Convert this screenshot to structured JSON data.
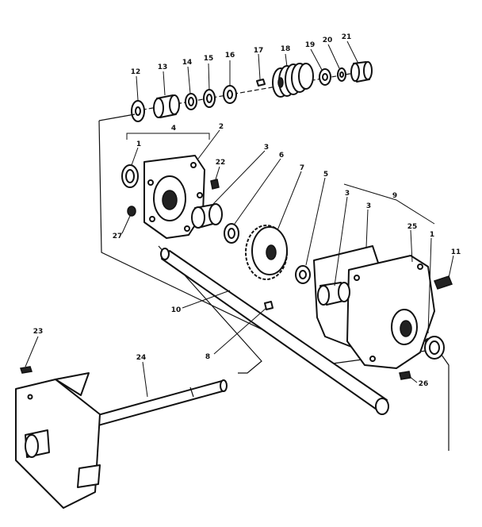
{
  "callouts": [
    {
      "id": "12",
      "text": "12"
    },
    {
      "id": "13",
      "text": "13"
    },
    {
      "id": "14",
      "text": "14"
    },
    {
      "id": "15",
      "text": "15"
    },
    {
      "id": "16",
      "text": "16"
    },
    {
      "id": "17",
      "text": "17"
    },
    {
      "id": "18",
      "text": "18"
    },
    {
      "id": "19",
      "text": "19"
    },
    {
      "id": "20",
      "text": "20"
    },
    {
      "id": "21",
      "text": "21"
    },
    {
      "id": "4",
      "text": "4"
    },
    {
      "id": "2",
      "text": "2"
    },
    {
      "id": "1",
      "text": "1"
    },
    {
      "id": "22",
      "text": "22"
    },
    {
      "id": "3a",
      "text": "3"
    },
    {
      "id": "6a",
      "text": "6"
    },
    {
      "id": "7",
      "text": "7"
    },
    {
      "id": "5",
      "text": "5"
    },
    {
      "id": "9",
      "text": "9"
    },
    {
      "id": "3b",
      "text": "3"
    },
    {
      "id": "3c",
      "text": "3"
    },
    {
      "id": "25",
      "text": "25"
    },
    {
      "id": "1b",
      "text": "1"
    },
    {
      "id": "11",
      "text": "11"
    },
    {
      "id": "27",
      "text": "27"
    },
    {
      "id": "10",
      "text": "10"
    },
    {
      "id": "8",
      "text": "8"
    },
    {
      "id": "26",
      "text": "26"
    },
    {
      "id": "23",
      "text": "23"
    },
    {
      "id": "24",
      "text": "24"
    }
  ]
}
